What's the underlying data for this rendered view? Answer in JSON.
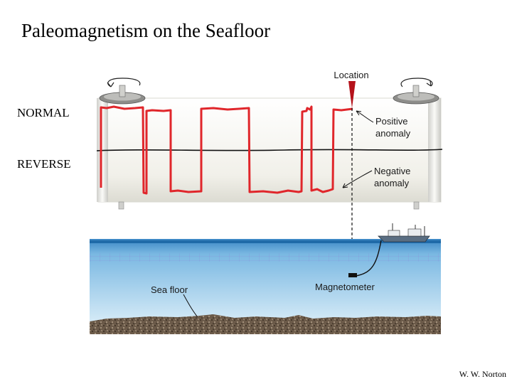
{
  "title": "Paleomagnetism on the Seafloor",
  "labels": {
    "normal": "NORMAL",
    "reverse": "REVERSE"
  },
  "diagram": {
    "location": "Location",
    "positive_anomaly_line1": "Positive",
    "positive_anomaly_line2": "anomaly",
    "negative_anomaly_line1": "Negative",
    "negative_anomaly_line2": "anomaly",
    "magnetometer": "Magnetometer",
    "sea_floor": "Sea floor"
  },
  "credit": "W. W. Norton",
  "colors": {
    "trace": "#e0262b",
    "marker": "#b5121b",
    "paper": "#f2f1ea",
    "water_top": "#3a86c4",
    "water_bottom": "#cfe6f5",
    "sediment": "#5b4a3a"
  }
}
